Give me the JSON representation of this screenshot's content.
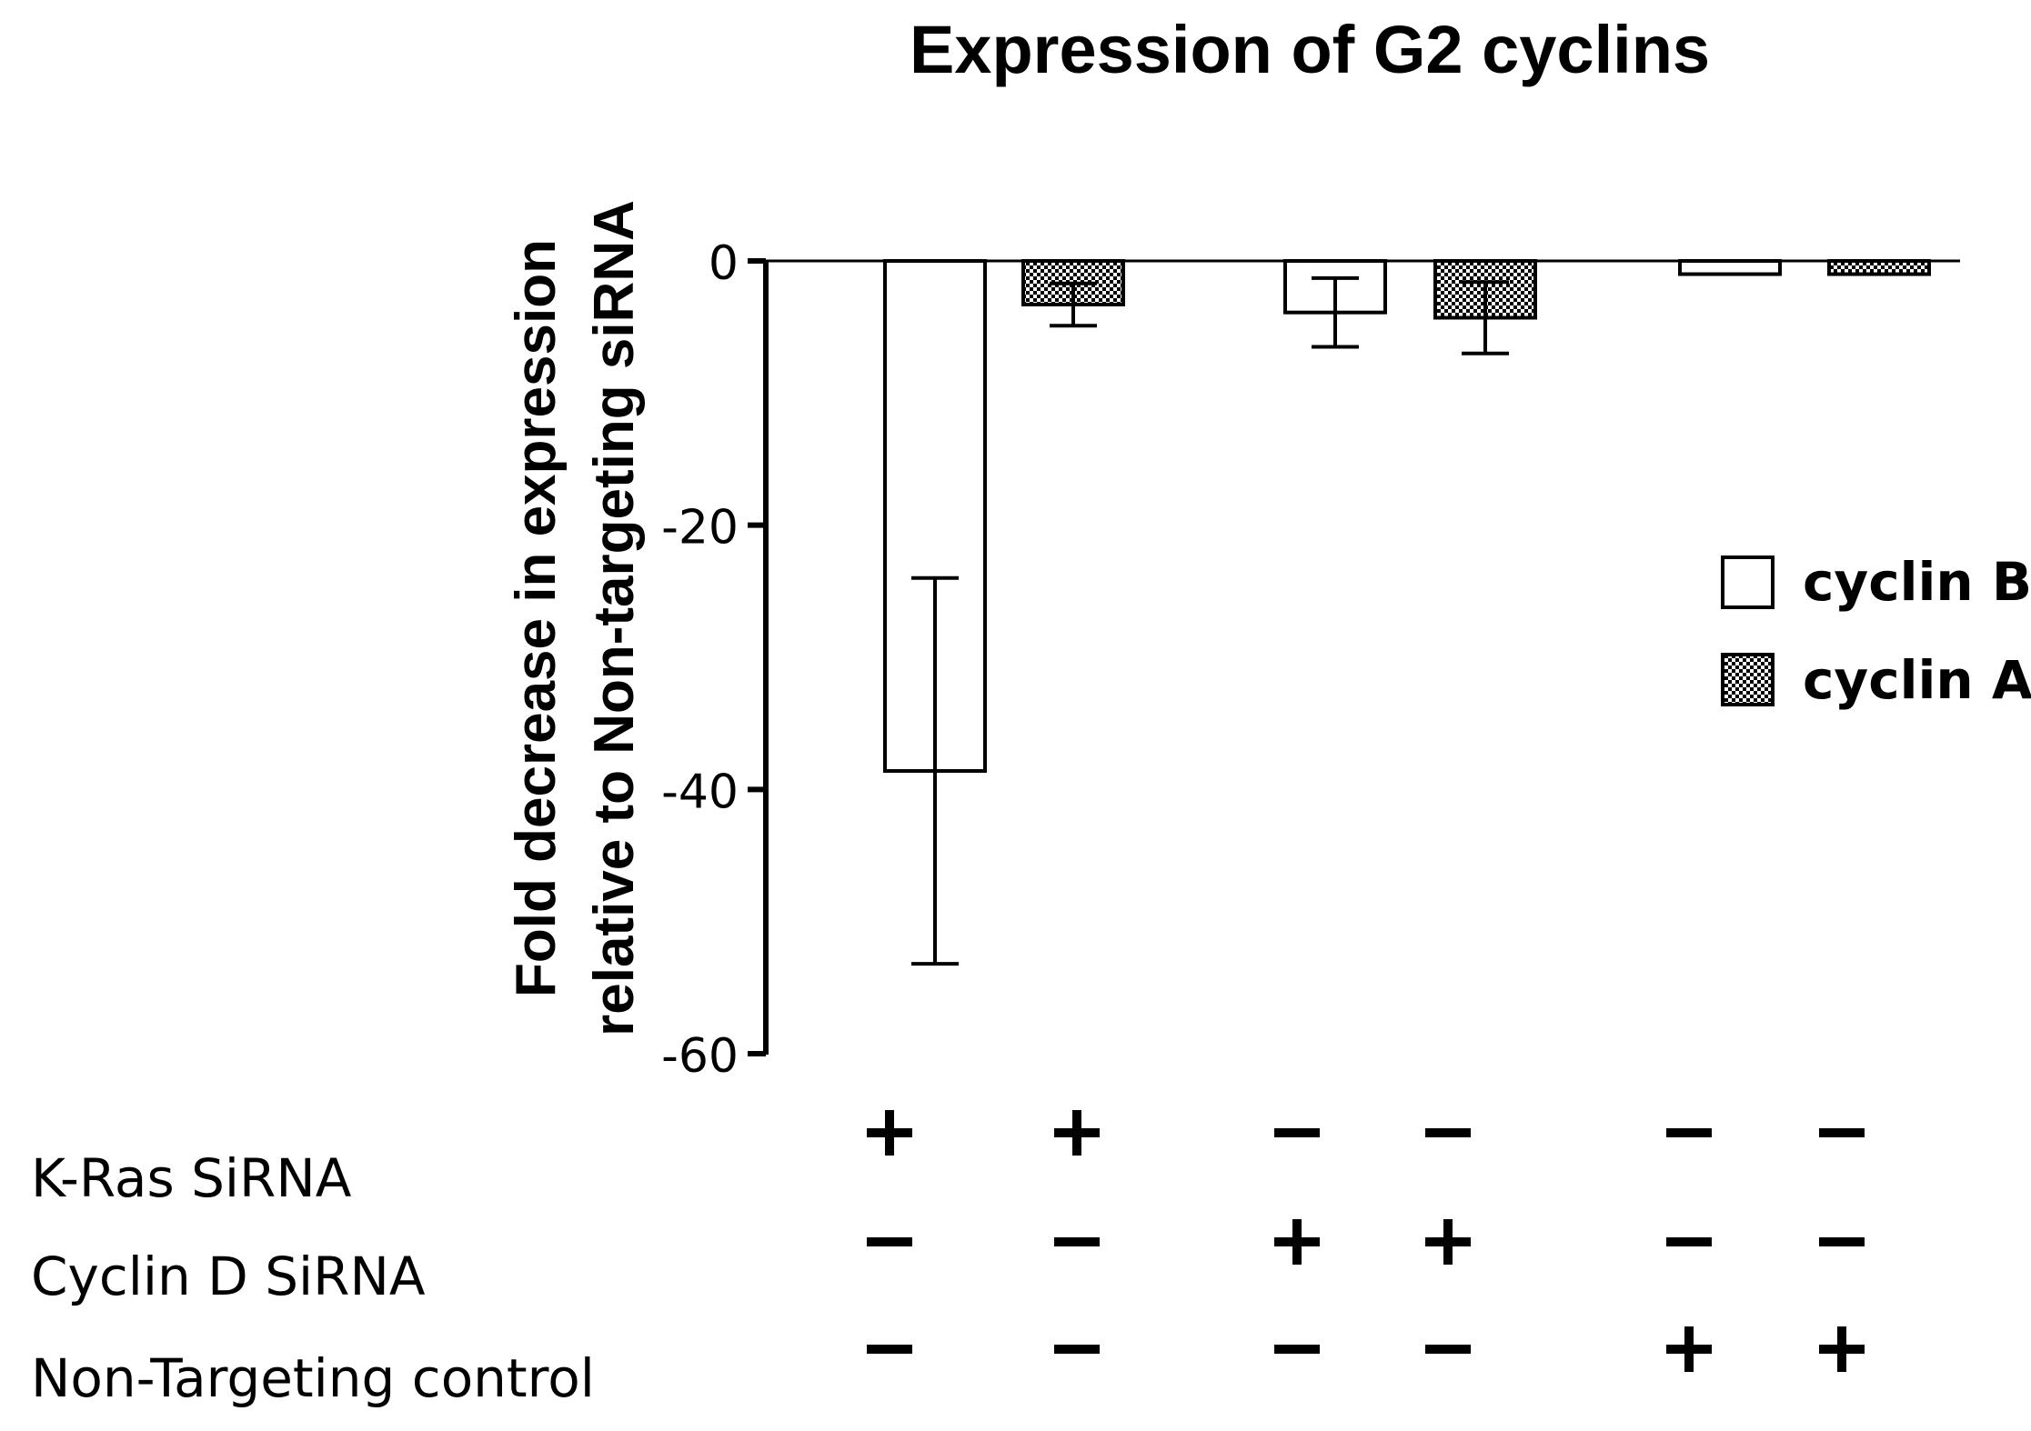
{
  "chart_data": {
    "type": "bar",
    "title": "Expression of G2 cyclins",
    "ylabel_lines": [
      "Fold decrease in expression",
      "relative to Non-targeting siRNA"
    ],
    "xlabel": "",
    "ylim": [
      -60,
      0
    ],
    "yticks": [
      0,
      -20,
      -40,
      -60
    ],
    "grid": false,
    "legend_position": "right",
    "bars": [
      {
        "group": 1,
        "series": "cyclin B",
        "value": -38.6,
        "error": 14.6
      },
      {
        "group": 1,
        "series": "cyclin A",
        "value": -3.3,
        "error": 1.6
      },
      {
        "group": 2,
        "series": "cyclin B",
        "value": -3.9,
        "error": 2.6
      },
      {
        "group": 2,
        "series": "cyclin A",
        "value": -4.3,
        "error": 2.7
      },
      {
        "group": 3,
        "series": "cyclin B",
        "value": -1.0,
        "error": 0
      },
      {
        "group": 3,
        "series": "cyclin A",
        "value": -1.0,
        "error": 0
      }
    ],
    "series": [
      {
        "name": "cyclin B",
        "fill": "#ffffff"
      },
      {
        "name": "cyclin A",
        "fill": "checkered"
      }
    ],
    "conditions": [
      {
        "label": "K-Ras SiRNA",
        "signs": [
          "+",
          "+",
          "-",
          "-",
          "-",
          "-"
        ]
      },
      {
        "label": "Cyclin D SiRNA",
        "signs": [
          "-",
          "-",
          "+",
          "+",
          "-",
          "-"
        ]
      },
      {
        "label": "Non-Targeting  control",
        "signs": [
          "-",
          "-",
          "-",
          "-",
          "+",
          "+"
        ]
      }
    ]
  }
}
